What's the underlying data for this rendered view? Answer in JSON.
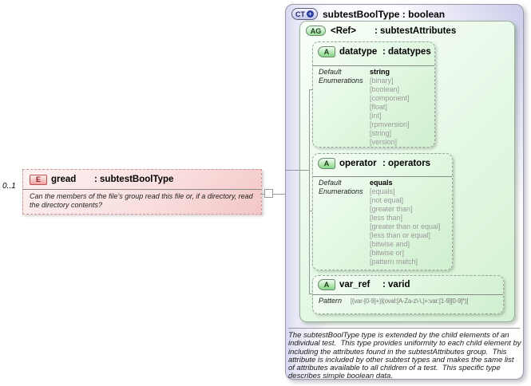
{
  "element_box": {
    "cardinality": "0..1",
    "badge": "E",
    "name": "gread",
    "type": ": subtestBoolType",
    "doc": "Can the members of the file's group read this file or, if a directory, read the directory contents?"
  },
  "complex_type_box": {
    "badge": "CT",
    "plus": "+",
    "title": "subtestBoolType : boolean",
    "annotation": "The subtestBoolType type is extended by the child elements of an individual test.  This type provides uniformity to each child element by including the attributes found in the subtestAttributes group.  This attribute is included by other subtest types and makes the same list of attributes available to all children of a test.  This specific type describes simple boolean data."
  },
  "attribute_group_box": {
    "badge": "AG",
    "name": "<Ref>",
    "type": ": subtestAttributes"
  },
  "attributes": {
    "datatype": {
      "badge": "A",
      "name": "datatype",
      "type": ": datatypes",
      "default_label": "Default",
      "enumerations_label": "Enumerations",
      "default_value": "string",
      "enumerations": [
        "[binary]",
        "[boolean]",
        "[component]",
        "[float]",
        "[int]",
        "[rpmversion]",
        "[string]",
        "[version]"
      ]
    },
    "operator": {
      "badge": "A",
      "name": "operator",
      "type": ": operators",
      "default_label": "Default",
      "enumerations_label": "Enumerations",
      "default_value": "equals",
      "enumerations": [
        "[equals]",
        "[not equal]",
        "[greater than]",
        "[less than]",
        "[greater than or equal]",
        "[less than or equal]",
        "[bitwise and]",
        "[bitwise or]",
        "[pattern match]"
      ]
    },
    "var_ref": {
      "badge": "A",
      "name": "var_ref",
      "type": ": varid",
      "pattern_label": "Pattern",
      "pattern_value": "[(var-[0-9]+)|(oval:[A-Za-z\\-\\.]+:var:[1-9][0-9]*)]"
    }
  },
  "colors": {
    "element_fill": "#f8dcdc",
    "complex_type_fill": "#d7d7f1",
    "group_fill": "#e3f7e3",
    "connector": "#999999"
  }
}
